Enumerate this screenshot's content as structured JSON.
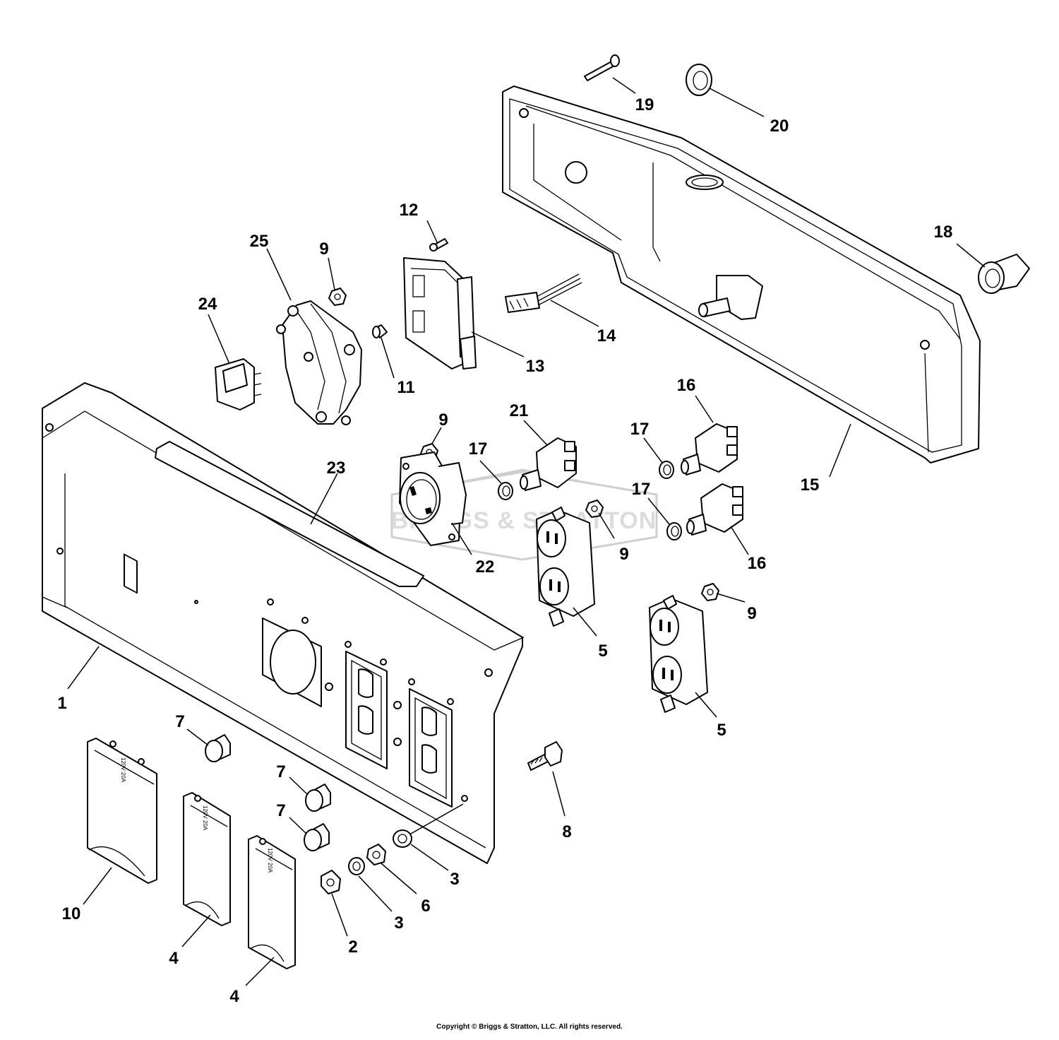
{
  "diagram": {
    "callouts": [
      {
        "id": "c1",
        "label": "1"
      },
      {
        "id": "c2",
        "label": "2"
      },
      {
        "id": "c3a",
        "label": "3"
      },
      {
        "id": "c3b",
        "label": "3"
      },
      {
        "id": "c4a",
        "label": "4"
      },
      {
        "id": "c4b",
        "label": "4"
      },
      {
        "id": "c5a",
        "label": "5"
      },
      {
        "id": "c5b",
        "label": "5"
      },
      {
        "id": "c6",
        "label": "6"
      },
      {
        "id": "c7a",
        "label": "7"
      },
      {
        "id": "c7b",
        "label": "7"
      },
      {
        "id": "c7c",
        "label": "7"
      },
      {
        "id": "c8",
        "label": "8"
      },
      {
        "id": "c9a",
        "label": "9"
      },
      {
        "id": "c9b",
        "label": "9"
      },
      {
        "id": "c9c",
        "label": "9"
      },
      {
        "id": "c9d",
        "label": "9"
      },
      {
        "id": "c10",
        "label": "10"
      },
      {
        "id": "c11",
        "label": "11"
      },
      {
        "id": "c12",
        "label": "12"
      },
      {
        "id": "c13",
        "label": "13"
      },
      {
        "id": "c14",
        "label": "14"
      },
      {
        "id": "c15",
        "label": "15"
      },
      {
        "id": "c16a",
        "label": "16"
      },
      {
        "id": "c16b",
        "label": "16"
      },
      {
        "id": "c17a",
        "label": "17"
      },
      {
        "id": "c17b",
        "label": "17"
      },
      {
        "id": "c17c",
        "label": "17"
      },
      {
        "id": "c18",
        "label": "18"
      },
      {
        "id": "c19",
        "label": "19"
      },
      {
        "id": "c20",
        "label": "20"
      },
      {
        "id": "c21",
        "label": "21"
      },
      {
        "id": "c22",
        "label": "22"
      },
      {
        "id": "c23",
        "label": "23"
      },
      {
        "id": "c24",
        "label": "24"
      },
      {
        "id": "c25",
        "label": "25"
      }
    ],
    "watermark": "BRIGGS & STRATTON",
    "cover_rating": "120V 20A",
    "copyright": "Copyright © Briggs & Stratton, LLC. All rights reserved."
  }
}
